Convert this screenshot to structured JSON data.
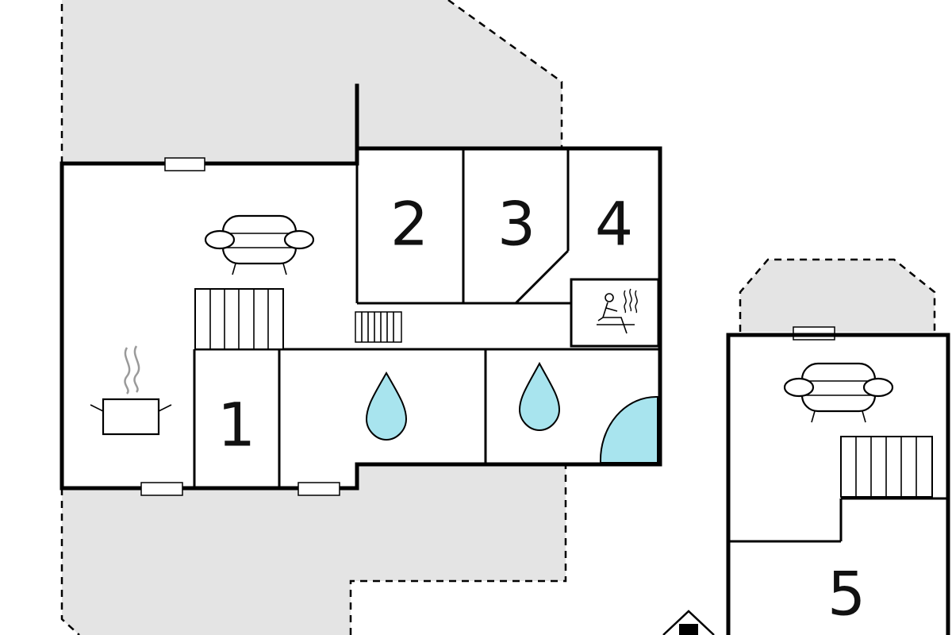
{
  "floor_plan": {
    "rooms": [
      {
        "key": "room_1",
        "number": "1"
      },
      {
        "key": "room_2",
        "number": "2"
      },
      {
        "key": "room_3",
        "number": "3"
      },
      {
        "key": "room_4",
        "number": "4"
      },
      {
        "key": "room_5",
        "number": "5"
      }
    ],
    "icons": [
      "sofa-icon",
      "stairs-icon",
      "cooking-pot-icon",
      "water-drop-icon",
      "sauna-icon",
      "shower-icon",
      "window-icon"
    ],
    "colors": {
      "wall": "#000000",
      "terrace": "#e4e4e4",
      "water": "#a8e4ee",
      "background": "#ffffff"
    }
  }
}
